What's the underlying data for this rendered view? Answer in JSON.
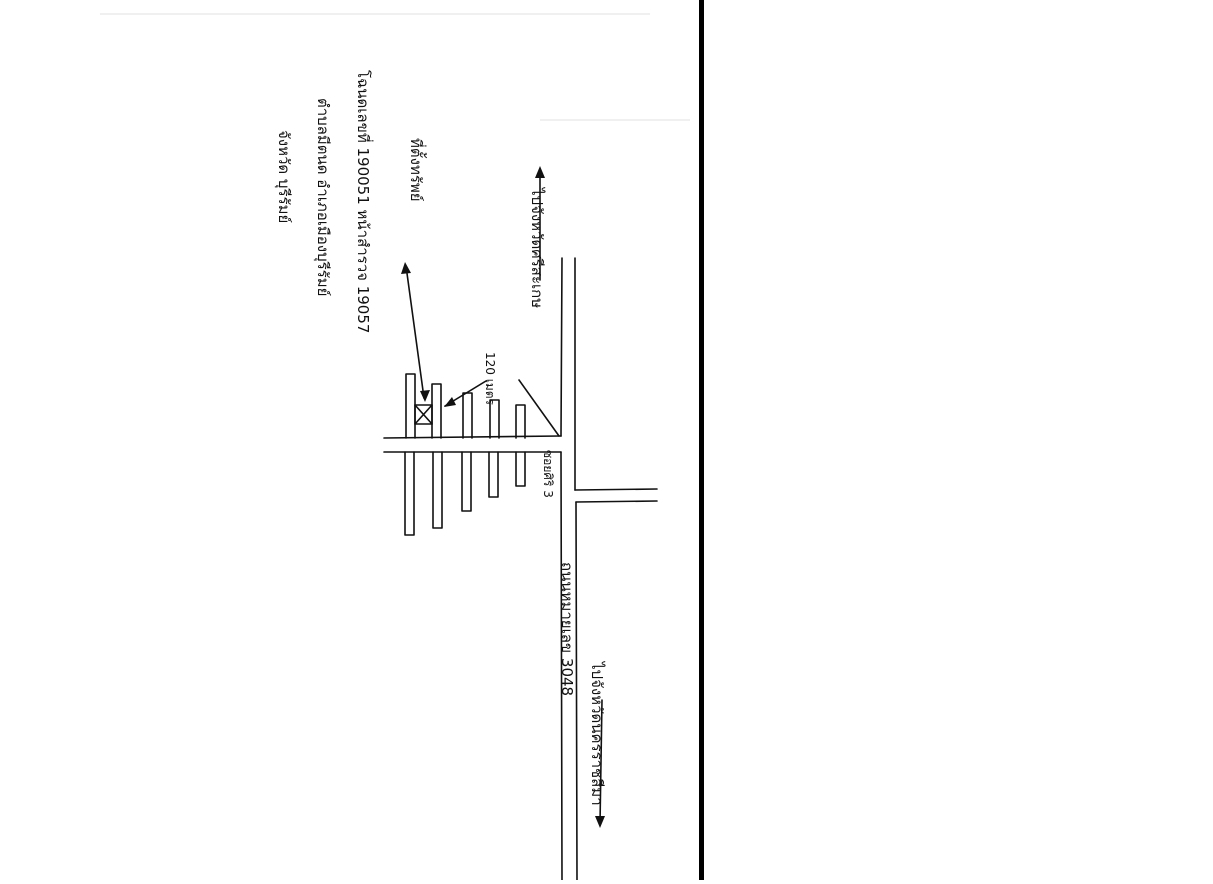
{
  "document": {
    "description_lines": [
      "ที่ตั้งทรัพย์",
      "โฉนดเลขที่ 190051 หน้าสำรวจ 19057",
      "ตำบลมีตนด อำเภอเมืองบุรีรัมย์",
      "จังหวัด บุรีรัมย์"
    ],
    "labels": {
      "to_north": "ไปจังหวัดศรีสะเกษ",
      "to_south": "ไปจังหวัดนครราชสีมา",
      "distance": "120 เมตร",
      "soi": "ซอยศิริ 3",
      "highway": "ถนนหมายเลข 3048"
    }
  },
  "colors": {
    "ink": "#111111",
    "divider": "#000000",
    "paper": "#ffffff"
  }
}
